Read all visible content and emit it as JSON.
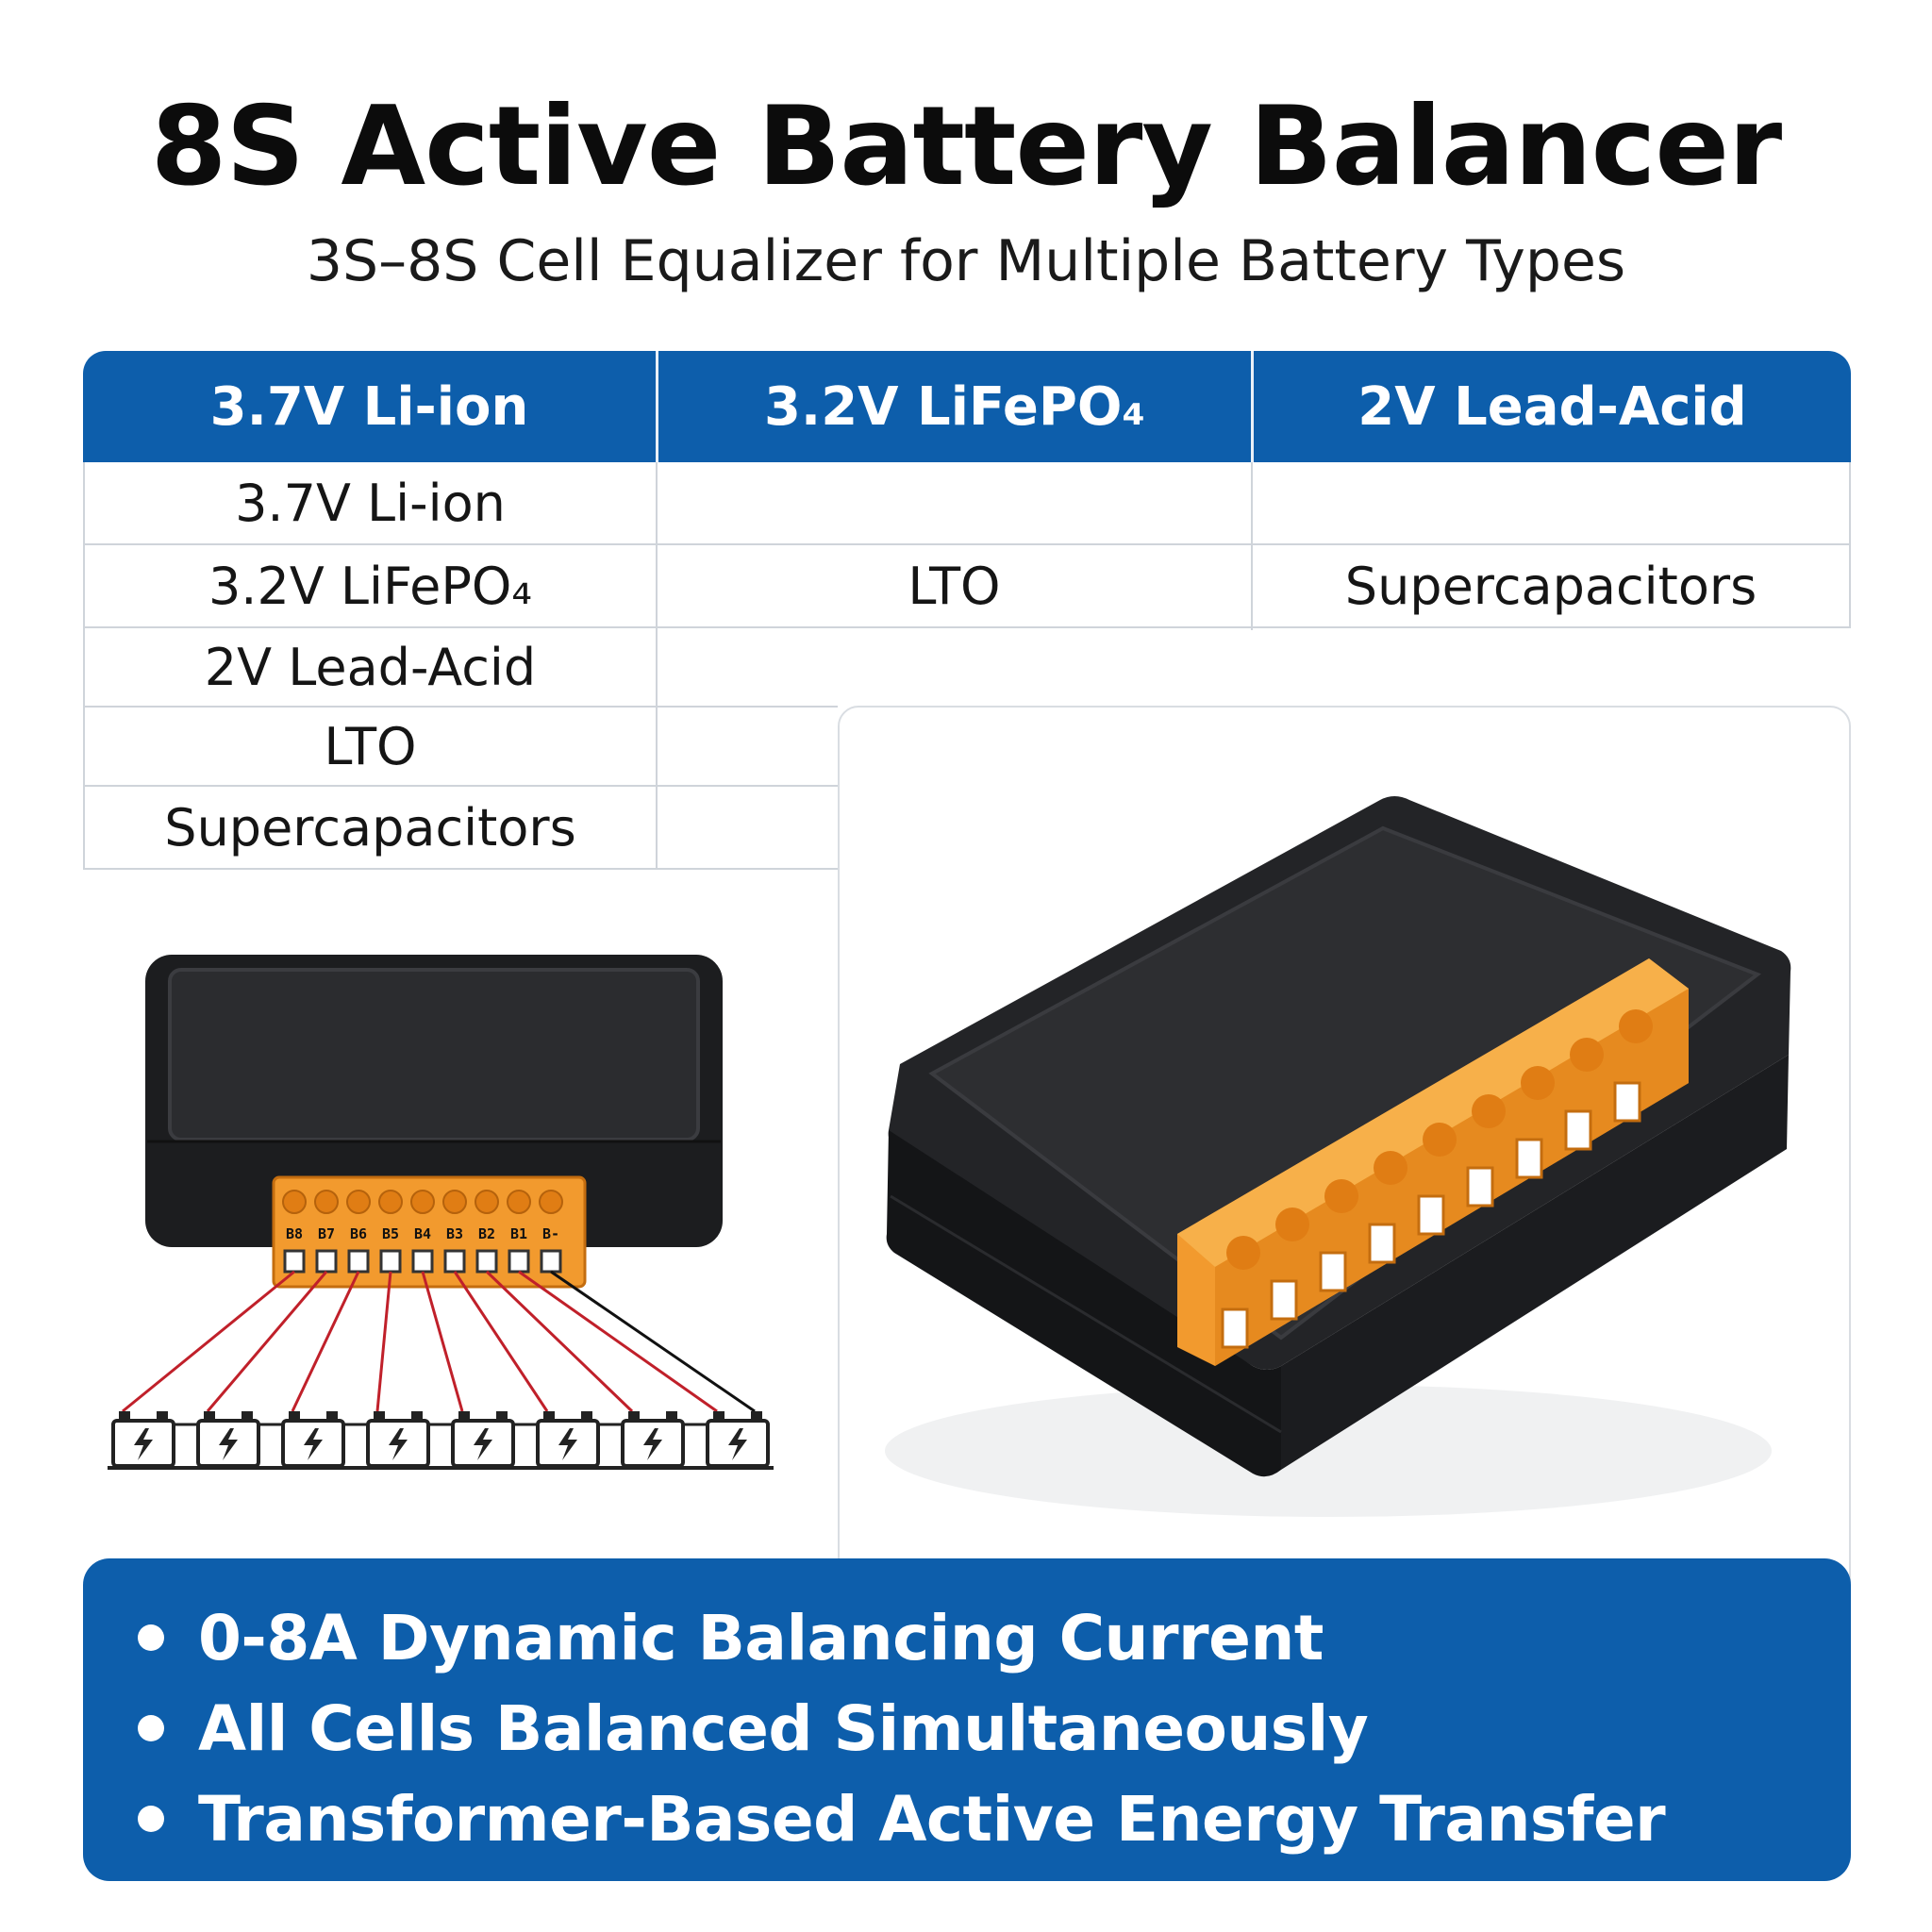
{
  "header": {
    "title": "8S Active Battery Balancer",
    "subtitle": "3S–8S Cell Equalizer for Multiple Battery Types"
  },
  "compat_table": {
    "headers": [
      "3.7V Li-ion",
      "3.2V LiFePO₄",
      "2V Lead-Acid"
    ],
    "col1_rows": [
      "3.7V Li-ion",
      "3.2V LiFePO₄",
      "2V Lead-Acid",
      "LTO",
      "Supercapacitors"
    ],
    "col2_row2": "LTO",
    "col3_row2": "Supercapacitors"
  },
  "connector_labels": [
    "B8",
    "B7",
    "B6",
    "B5",
    "B4",
    "B3",
    "B2",
    "B1",
    "B-"
  ],
  "features": [
    "0-8A Dynamic Balancing Current",
    "All Cells Balanced Simultaneously",
    "Transformer-Based Active Energy Transfer"
  ],
  "colors": {
    "brand_blue": "#0d5eab",
    "enclosure_black": "#1c1d1f",
    "terminal_orange": "#f29a2e",
    "wire_red": "#c0202a"
  }
}
